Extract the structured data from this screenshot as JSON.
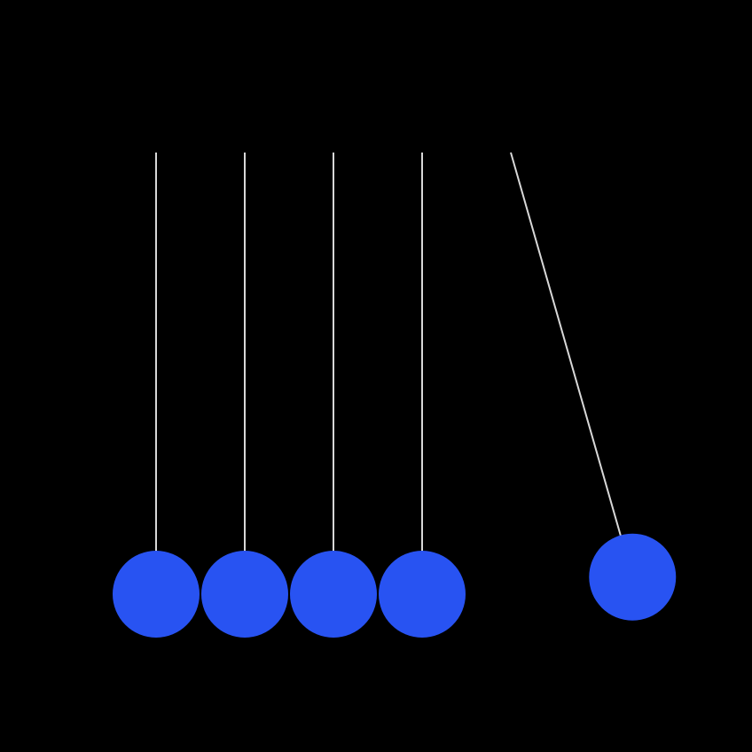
{
  "scene": {
    "name": "newtons-cradle",
    "background_color": "#000000",
    "string_color": "#D8D8D8",
    "ball_color": "#2853F2",
    "ball_count": 5,
    "balls": [
      {
        "id": "ball-1",
        "swing_angle_deg": 0
      },
      {
        "id": "ball-2",
        "swing_angle_deg": 0
      },
      {
        "id": "ball-3",
        "swing_angle_deg": 0
      },
      {
        "id": "ball-4",
        "swing_angle_deg": 0
      },
      {
        "id": "ball-5",
        "swing_angle_deg": -16
      }
    ]
  }
}
